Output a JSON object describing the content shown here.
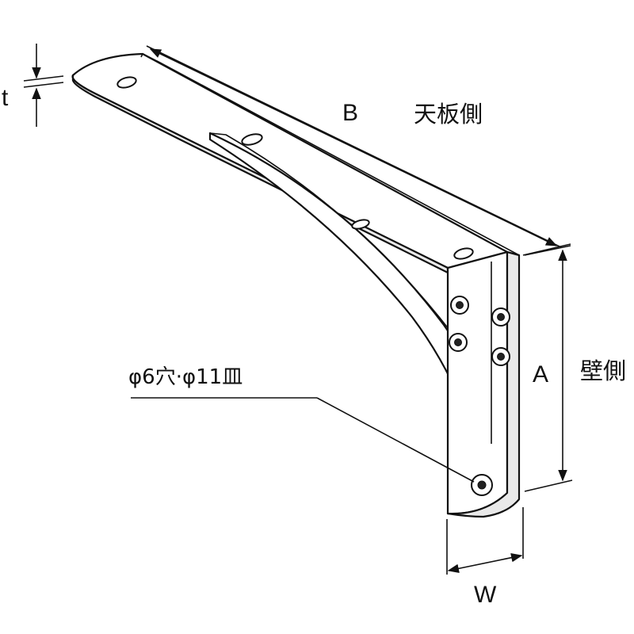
{
  "labels": {
    "thickness": "t",
    "length_b": "B",
    "top_side": "天板側",
    "height_a": "A",
    "wall_side": "壁側",
    "width_w": "W",
    "hole_note": "φ6穴·φ11皿"
  },
  "colors": {
    "stroke": "#111111",
    "face": "#ffffff",
    "side_shade": "#e9e9e9"
  }
}
